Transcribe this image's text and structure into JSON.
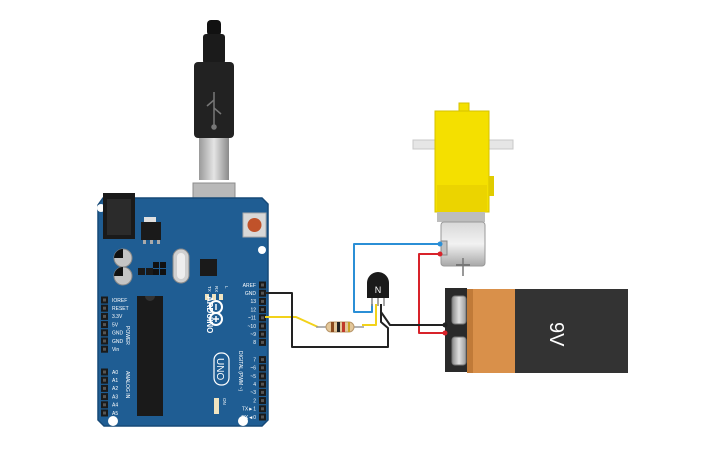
{
  "arduino": {
    "brand": "ARDUINO",
    "model": "UNO",
    "digital_header": "DIGITAL (PWM ~)",
    "analog_header": "ANALOG IN",
    "power_header": "POWER",
    "on_label": "ON",
    "tx_label": "TX",
    "rx_label": "RX",
    "l_label": "L",
    "digital_pins": [
      "AREF",
      "GND",
      "13",
      "12",
      "~11",
      "~10",
      "~9",
      "8",
      "7",
      "~6",
      "~5",
      "4",
      "~3",
      "2",
      "TX►1",
      "RX◄0"
    ],
    "power_pins": [
      "IOREF",
      "RESET",
      "3.3V",
      "5V",
      "GND",
      "GND",
      "Vin"
    ],
    "analog_pins": [
      "A0",
      "A1",
      "A2",
      "A3",
      "A4",
      "A5"
    ]
  },
  "transistor": {
    "label": "N"
  },
  "battery": {
    "label": "9V"
  },
  "colors": {
    "board": "#1f5d93",
    "board_dark": "#184a77",
    "wire_black": "#222222",
    "wire_yellow": "#f2d21a",
    "wire_blue": "#2b8fd6",
    "wire_red": "#d8232a",
    "motor_yellow": "#f4e000",
    "battery_orange": "#d9904a",
    "battery_dark": "#333333"
  },
  "icons": [
    "usb-b-cable",
    "dc-jack",
    "reset-button",
    "arduino-infinity-logo",
    "npn-transistor",
    "resistor",
    "dc-gear-motor",
    "battery-9v"
  ]
}
